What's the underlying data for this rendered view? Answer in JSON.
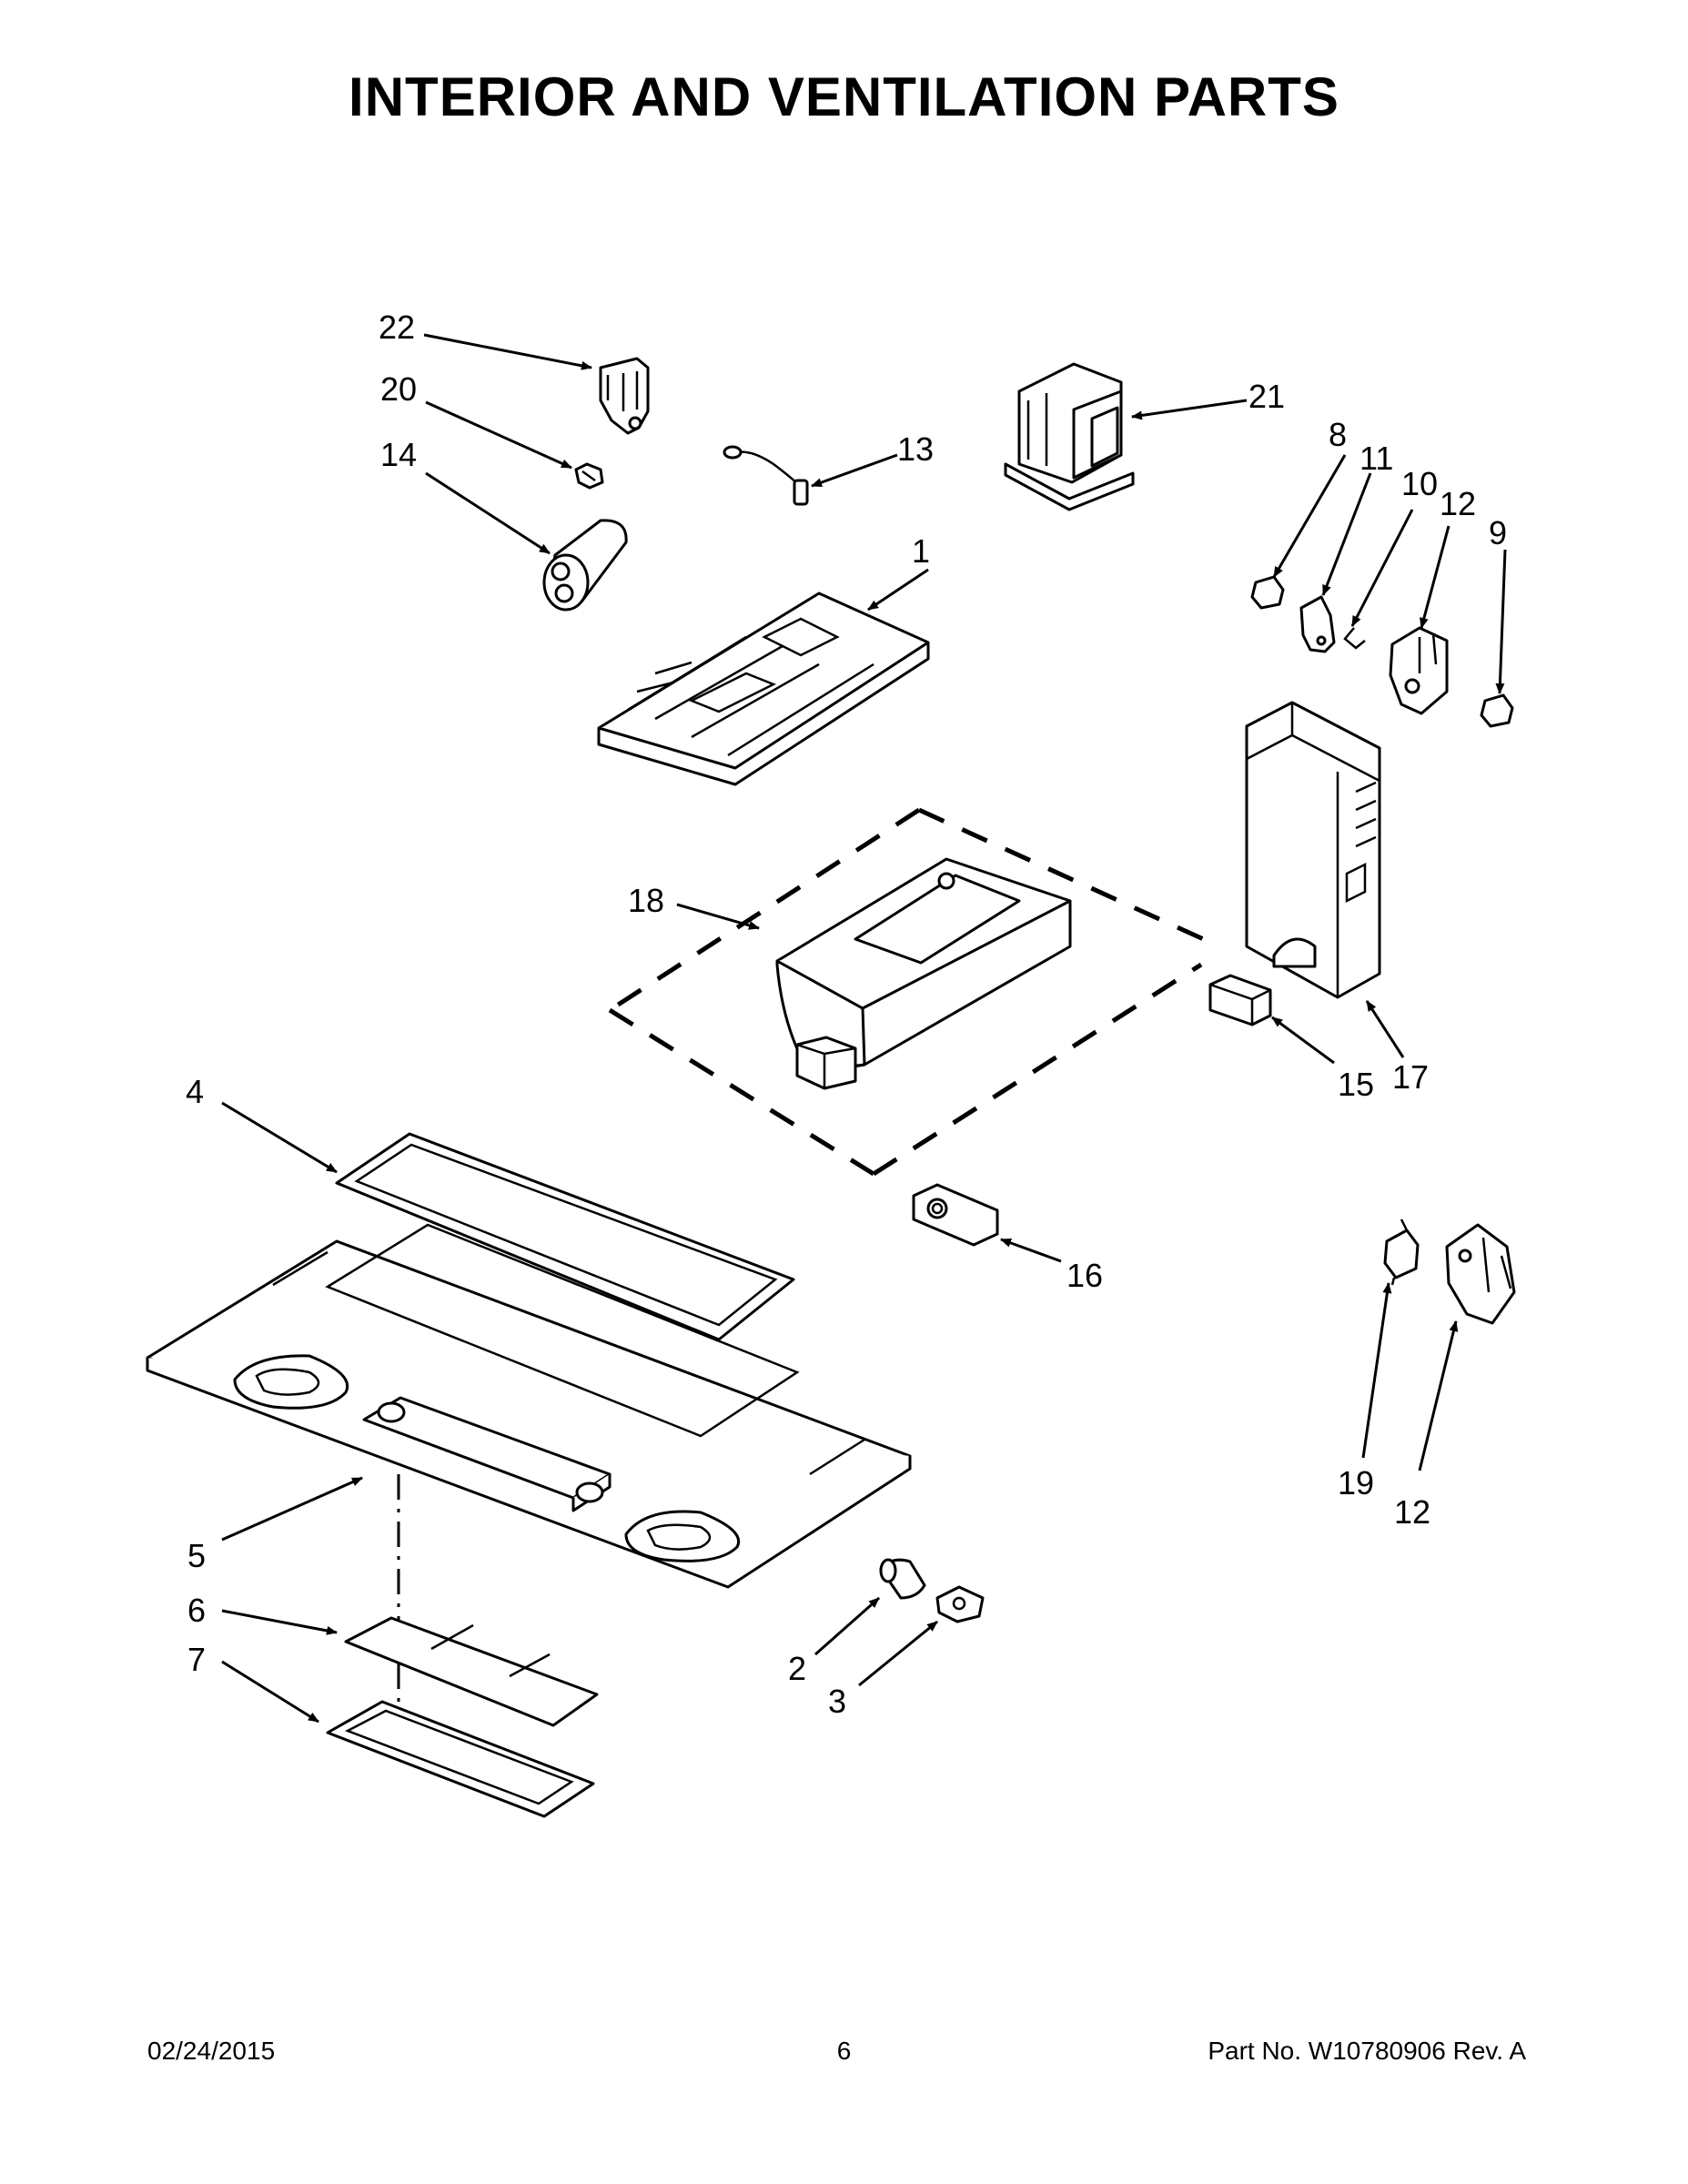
{
  "page": {
    "title": "INTERIOR AND VENTILATION PARTS"
  },
  "callouts": {
    "c1": "1",
    "c2": "2",
    "c3": "3",
    "c4": "4",
    "c5": "5",
    "c6": "6",
    "c7": "7",
    "c8": "8",
    "c9": "9",
    "c10": "10",
    "c11": "11",
    "c12a": "12",
    "c12b": "12",
    "c13": "13",
    "c14": "14",
    "c15": "15",
    "c16": "16",
    "c17": "17",
    "c18": "18",
    "c19": "19",
    "c20": "20",
    "c21": "21",
    "c22": "22"
  },
  "footer": {
    "date": "02/24/2015",
    "page_number": "6",
    "part_number": "Part No.  W10780906   Rev.  A"
  }
}
